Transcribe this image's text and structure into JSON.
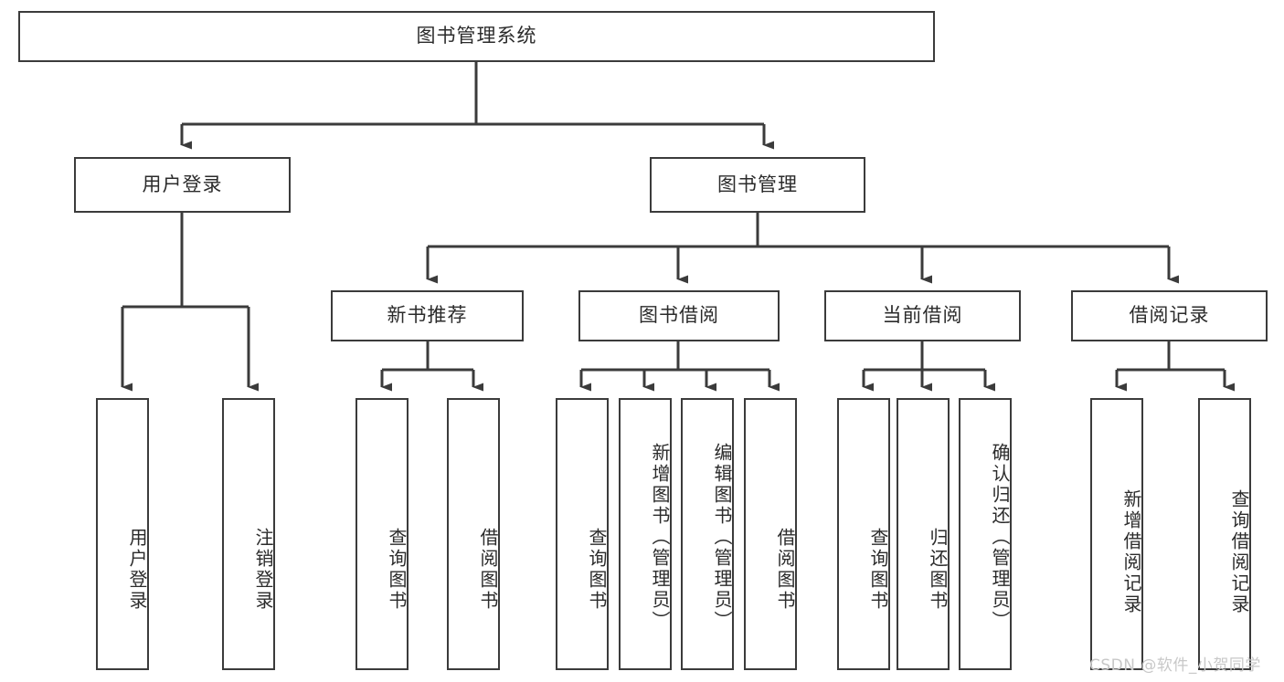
{
  "diagram": {
    "title": "图书管理系统",
    "type": "hierarchy-tree",
    "root": {
      "label": "图书管理系统"
    },
    "level2": [
      {
        "label": "用户登录"
      },
      {
        "label": "图书管理"
      }
    ],
    "level3": [
      {
        "label": "新书推荐"
      },
      {
        "label": "图书借阅"
      },
      {
        "label": "当前借阅"
      },
      {
        "label": "借阅记录"
      }
    ],
    "leaves": {
      "user_login": [
        {
          "label": "用户登录"
        },
        {
          "label": "注销登录"
        }
      ],
      "new_book_recommend": [
        {
          "label": "查询图书"
        },
        {
          "label": "借阅图书"
        }
      ],
      "book_borrow": [
        {
          "label": "查询图书"
        },
        {
          "label": "新增图书（管理员）"
        },
        {
          "label": "编辑图书（管理员）"
        },
        {
          "label": "借阅图书"
        }
      ],
      "current_borrow": [
        {
          "label": "查询图书"
        },
        {
          "label": "归还图书"
        },
        {
          "label": "确认归还（管理员）"
        }
      ],
      "borrow_record": [
        {
          "label": "新增借阅记录"
        },
        {
          "label": "查询借阅记录"
        }
      ]
    }
  },
  "watermark": {
    "text": "CSDN @软件_小贺同学"
  },
  "colors": {
    "stroke": "#3b3b3b",
    "text": "#2b2b2b",
    "background": "#ffffff",
    "watermark": "#c8c8c8"
  }
}
